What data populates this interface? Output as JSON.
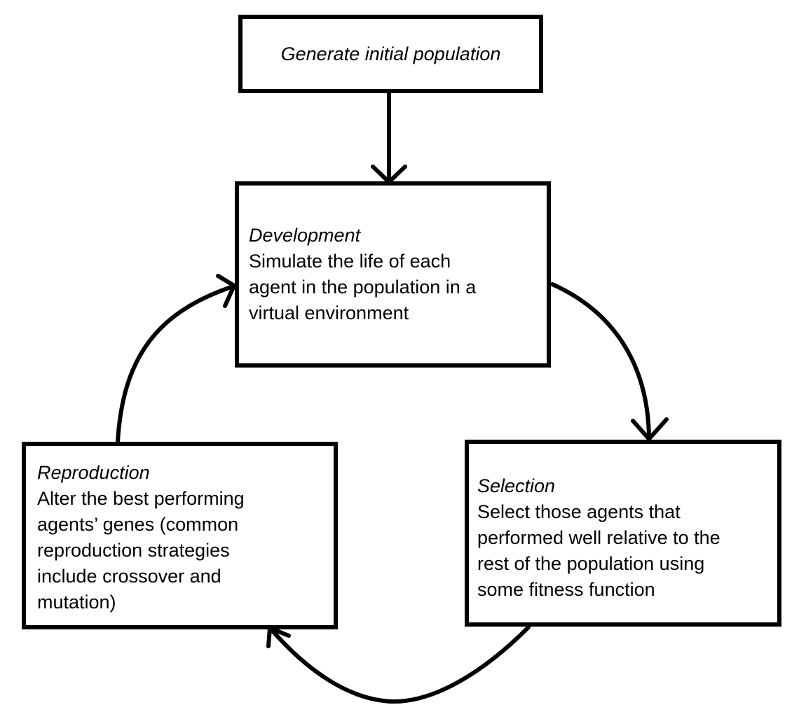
{
  "nodes": {
    "init": {
      "title": "Generate initial population"
    },
    "development": {
      "title": "Development",
      "lines": [
        "Simulate the life of each",
        "agent in the population in a",
        "virtual environment"
      ]
    },
    "selection": {
      "title": "Selection",
      "lines": [
        "Select those agents that",
        "performed well relative to the",
        "rest of the population using",
        "some fitness function"
      ]
    },
    "reproduction": {
      "title": "Reproduction",
      "lines": [
        "Alter the best performing",
        "agents’ genes (common",
        "reproduction strategies",
        "include crossover and",
        "mutation)"
      ]
    }
  },
  "colors": {
    "stroke": "#000000",
    "background": "#ffffff"
  }
}
